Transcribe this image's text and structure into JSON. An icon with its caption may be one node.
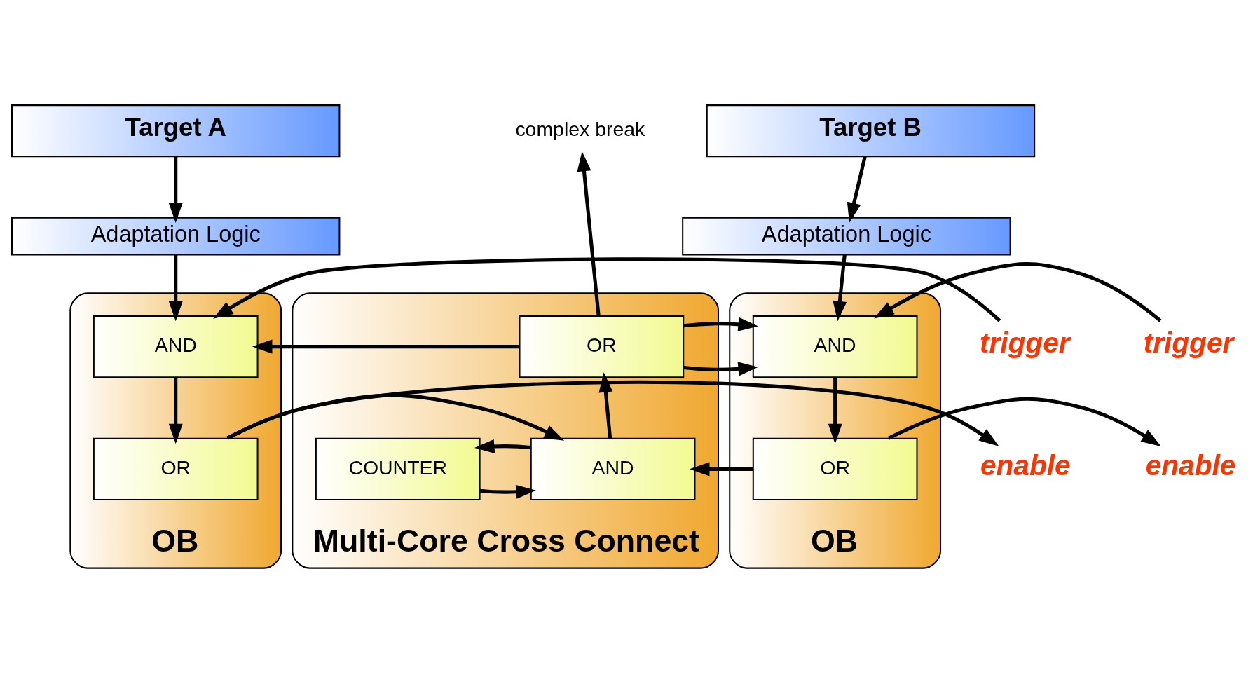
{
  "diagram": {
    "nodes": [
      {
        "text": [
          "Target A"
        ]
      },
      {
        "text": [
          "Adaptation Logic"
        ]
      },
      {
        "text": [
          "complex break"
        ]
      },
      {
        "text": [
          "Target B"
        ]
      },
      {
        "text": [
          "Adaptation Logic"
        ]
      },
      {
        "text": [
          "trigger"
        ]
      },
      {
        "text": [
          "OB"
        ]
      },
      {
        "text": [
          "AND"
        ],
        "in": 6
      },
      {
        "text": [
          "OR"
        ],
        "in": 6
      },
      {
        "text": [
          "Multi-Core Cross Connect"
        ]
      },
      {
        "text": [
          "OR"
        ],
        "in": 9
      },
      {
        "text": [
          "COUNTER"
        ],
        "in": 9
      },
      {
        "text": [
          "AND"
        ],
        "in": 9
      },
      {
        "text": [
          "OB"
        ]
      },
      {
        "text": [
          "AND"
        ],
        "in": 13
      },
      {
        "text": [
          "OR"
        ],
        "in": 13
      },
      {
        "text": [
          "trigger"
        ]
      },
      {
        "text": [
          "enable"
        ]
      },
      {
        "text": [
          "enable"
        ]
      }
    ],
    "edges": [
      {
        "from": 0,
        "to": 1,
        "arrow": "to"
      },
      {
        "from": 1,
        "to": 7,
        "arrow": "to"
      },
      {
        "from": 5,
        "to": 7,
        "arrow": "to"
      },
      {
        "from": 10,
        "to": 7,
        "arrow": "to"
      },
      {
        "from": 7,
        "to": 8,
        "arrow": "to"
      },
      {
        "from": 8,
        "to": 17,
        "arrow": "to"
      },
      {
        "from": 8,
        "to": 12,
        "arrow": "to"
      },
      {
        "from": 11,
        "to": 12,
        "arrow": "to"
      },
      {
        "from": 12,
        "to": 10,
        "arrow": "to"
      },
      {
        "from": 12,
        "to": 11,
        "arrow": "to"
      },
      {
        "from": 10,
        "to": 2,
        "arrow": "to"
      },
      {
        "from": 10,
        "to": 14,
        "arrow": "to"
      },
      {
        "from": 3,
        "to": 4,
        "arrow": "to"
      },
      {
        "from": 4,
        "to": 14,
        "arrow": "to"
      },
      {
        "from": 16,
        "to": 14,
        "arrow": "to"
      },
      {
        "from": 14,
        "to": 15,
        "arrow": "to"
      },
      {
        "from": 15,
        "to": 18,
        "arrow": "to"
      },
      {
        "from": 15,
        "to": 12,
        "arrow": "to"
      }
    ]
  }
}
